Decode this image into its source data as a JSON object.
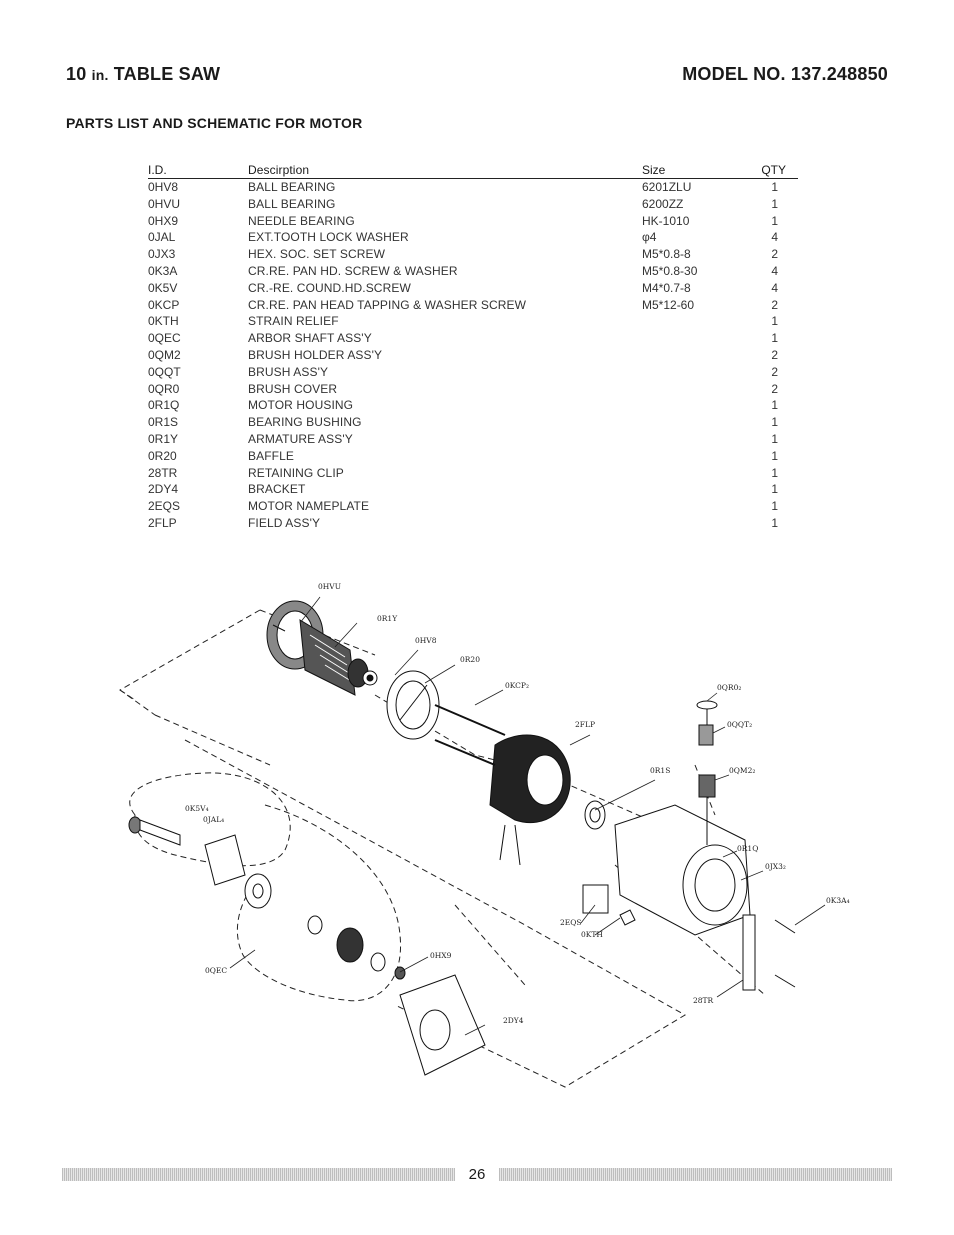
{
  "header": {
    "title_num": "10",
    "title_unit": "in.",
    "title_rest": "TABLE SAW",
    "model": "MODEL NO. 137.248850"
  },
  "section_title": "PARTS LIST AND SCHEMATIC FOR MOTOR",
  "table": {
    "columns": {
      "id": "I.D.",
      "desc": "Descirption",
      "size": "Size",
      "qty": "QTY"
    },
    "rows": [
      {
        "id": "0HV8",
        "desc": "BALL BEARING",
        "size": "6201ZLU",
        "qty": "1"
      },
      {
        "id": "0HVU",
        "desc": "BALL BEARING",
        "size": "6200ZZ",
        "qty": "1"
      },
      {
        "id": "0HX9",
        "desc": "NEEDLE BEARING",
        "size": "HK-1010",
        "qty": "1"
      },
      {
        "id": "0JAL",
        "desc": "EXT.TOOTH LOCK WASHER",
        "size": "φ4",
        "qty": "4"
      },
      {
        "id": "0JX3",
        "desc": "HEX. SOC. SET SCREW",
        "size": "M5*0.8-8",
        "qty": "2"
      },
      {
        "id": "0K3A",
        "desc": "CR.RE. PAN HD. SCREW & WASHER",
        "size": "M5*0.8-30",
        "qty": "4"
      },
      {
        "id": "0K5V",
        "desc": "CR.-RE. COUND.HD.SCREW",
        "size": "M4*0.7-8",
        "qty": "4"
      },
      {
        "id": "0KCP",
        "desc": "CR.RE. PAN HEAD TAPPING & WASHER SCREW",
        "size": "M5*12-60",
        "qty": "2"
      },
      {
        "id": "0KTH",
        "desc": "STRAIN RELIEF",
        "size": "",
        "qty": "1"
      },
      {
        "id": "0QEC",
        "desc": "ARBOR SHAFT ASS'Y",
        "size": "",
        "qty": "1"
      },
      {
        "id": "0QM2",
        "desc": "BRUSH HOLDER ASS'Y",
        "size": "",
        "qty": "2"
      },
      {
        "id": "0QQT",
        "desc": "BRUSH ASS'Y",
        "size": "",
        "qty": "2"
      },
      {
        "id": "0QR0",
        "desc": "BRUSH COVER",
        "size": "",
        "qty": "2"
      },
      {
        "id": "0R1Q",
        "desc": "MOTOR HOUSING",
        "size": "",
        "qty": "1"
      },
      {
        "id": "0R1S",
        "desc": "BEARING BUSHING",
        "size": "",
        "qty": "1"
      },
      {
        "id": "0R1Y",
        "desc": "ARMATURE ASS'Y",
        "size": "",
        "qty": "1"
      },
      {
        "id": "0R20",
        "desc": "BAFFLE",
        "size": "",
        "qty": "1"
      },
      {
        "id": "28TR",
        "desc": "RETAINING CLIP",
        "size": "",
        "qty": "1"
      },
      {
        "id": "2DY4",
        "desc": "BRACKET",
        "size": "",
        "qty": "1"
      },
      {
        "id": "2EQS",
        "desc": "MOTOR NAMEPLATE",
        "size": "",
        "qty": "1"
      },
      {
        "id": "2FLP",
        "desc": "FIELD ASS'Y",
        "size": "",
        "qty": "1"
      }
    ]
  },
  "schematic": {
    "callouts": {
      "ohvu": "0HVU",
      "or1y": "0R1Y",
      "ohv8": "0HV8",
      "or20": "0R20",
      "okcp": "0KCP₂",
      "oqro": "0QR0₂",
      "oqqt": "0QQT₂",
      "oqm2": "0QM2₂",
      "o2flp": "2FLP",
      "or1s": "0R1S",
      "or1q": "0R1Q",
      "ojx3": "0JX3₂",
      "ok3a": "0K3A₄",
      "ok5v": "0K5V₄",
      "ojal": "0JAL₄",
      "o2eqs": "2EQS",
      "okth": "0KTH",
      "o28tr": "28TR",
      "oqec": "0QEC",
      "ohx9": "0HX9",
      "o2dy4": "2DY4"
    }
  },
  "footer": {
    "page_number": "26"
  }
}
